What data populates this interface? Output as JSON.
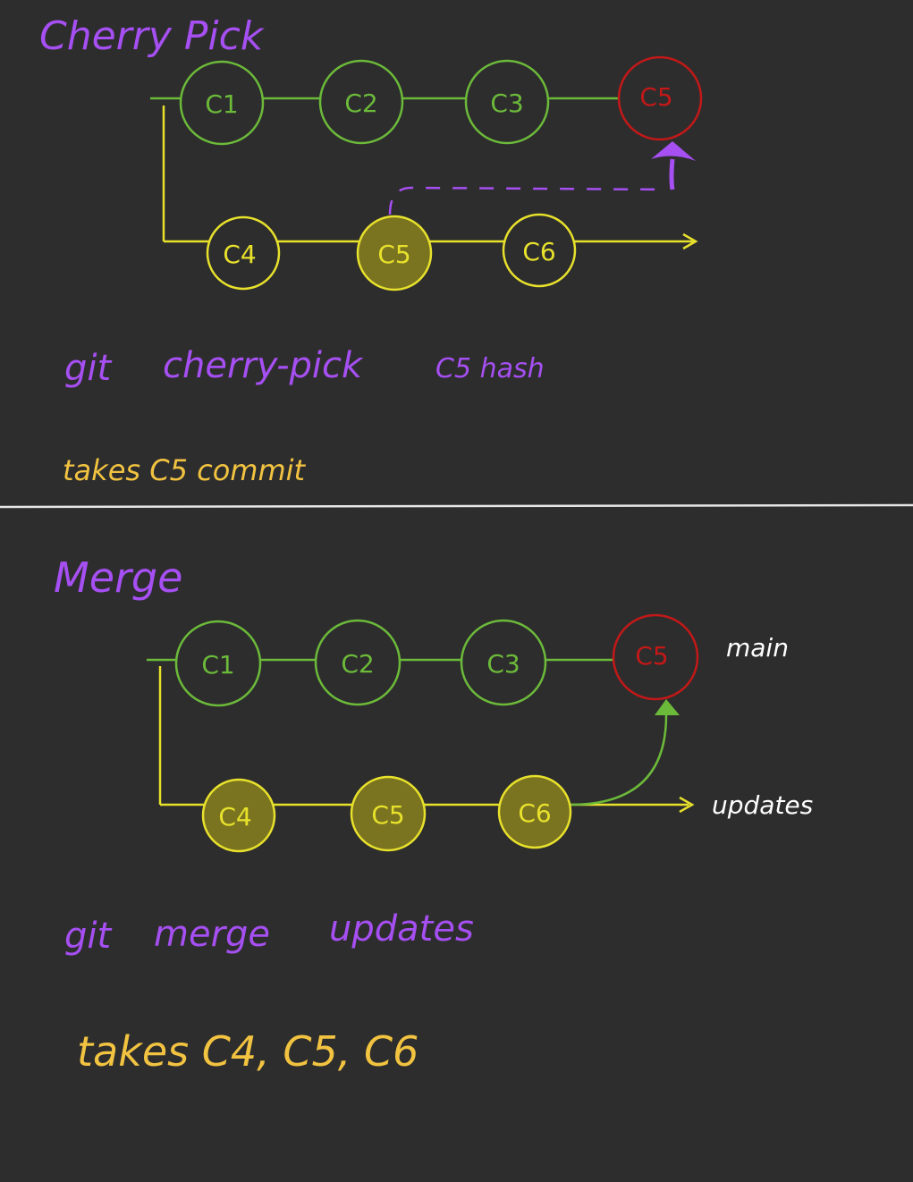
{
  "colors": {
    "background": "#2d2d2d",
    "heading_purple": "#a64ff2",
    "main_branch_green": "#6cba3a",
    "feature_branch_yellow": "#e8e12c",
    "highlight_fill": "#7a7420",
    "picked_red": "#c41818",
    "caption_yellow": "#f2c341",
    "label_white": "#ffffff",
    "divider": "#e6e6e6"
  },
  "cherry_pick": {
    "title": "Cherry Pick",
    "main_commits": [
      "C1",
      "C2",
      "C3",
      "C5"
    ],
    "branch_commits": [
      "C4",
      "C5",
      "C6"
    ],
    "command": {
      "git": "git",
      "verb": "cherry-pick",
      "arg": "C5 hash"
    },
    "caption": "takes C5 commit"
  },
  "merge": {
    "title": "Merge",
    "main_commits": [
      "C1",
      "C2",
      "C3",
      "C5"
    ],
    "branch_commits": [
      "C4",
      "C5",
      "C6"
    ],
    "main_label": "main",
    "branch_label": "updates",
    "command": {
      "git": "git",
      "verb": "merge",
      "arg": "updates"
    },
    "caption": "takes C4, C5, C6"
  }
}
